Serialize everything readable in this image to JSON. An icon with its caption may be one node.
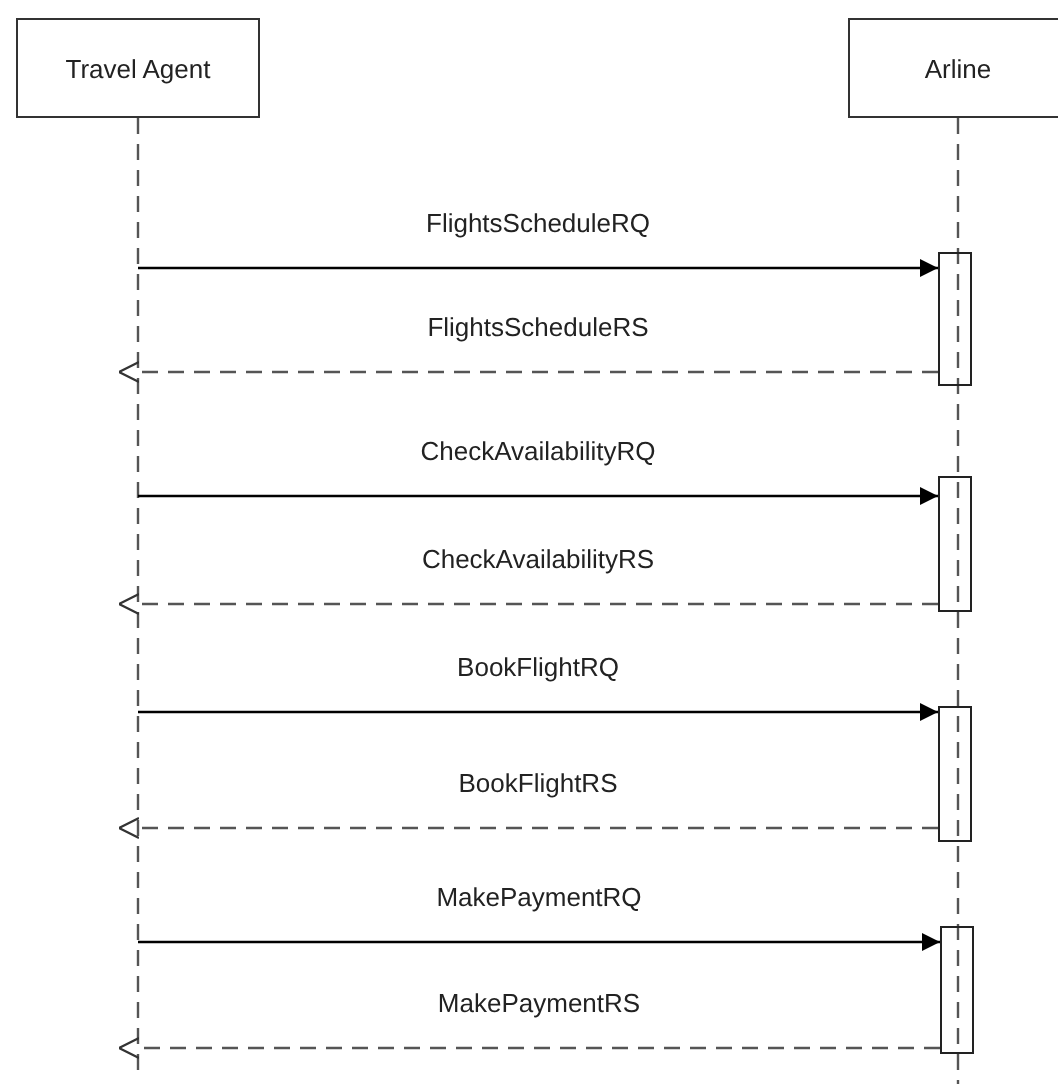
{
  "diagram": {
    "nodes": [
      {
        "text": [
          "Travel Agent"
        ]
      },
      {
        "text": [
          "Arline"
        ]
      },
      {
        "text": [],
        "shape": "bar"
      },
      {
        "text": [],
        "shape": "bar"
      },
      {
        "text": [],
        "shape": "bar"
      },
      {
        "text": [],
        "shape": "bar"
      }
    ],
    "edges": [
      {
        "from": 0,
        "to": null,
        "arrow": "none",
        "style": "dashed"
      },
      {
        "from": 1,
        "to": null,
        "arrow": "none",
        "style": "dashed"
      },
      {
        "from": null,
        "to": 2,
        "arrow": "to",
        "label": "FlightsScheduleRQ"
      },
      {
        "from": 2,
        "to": null,
        "arrow": "to",
        "style": "dashed",
        "label": "FlightsScheduleRS"
      },
      {
        "from": null,
        "to": 3,
        "arrow": "to",
        "label": "CheckAvailabilityRQ"
      },
      {
        "from": 3,
        "to": null,
        "arrow": "to",
        "style": "dashed",
        "label": "CheckAvailabilityRS"
      },
      {
        "from": null,
        "to": 4,
        "arrow": "to",
        "label": "BookFlightRQ"
      },
      {
        "from": 4,
        "to": null,
        "arrow": "to",
        "style": "dashed",
        "label": "BookFlightRS"
      },
      {
        "from": null,
        "to": 5,
        "arrow": "to",
        "label": "MakePaymentRQ"
      },
      {
        "from": 5,
        "to": null,
        "arrow": "to",
        "style": "dashed",
        "label": "MakePaymentRS"
      }
    ]
  }
}
